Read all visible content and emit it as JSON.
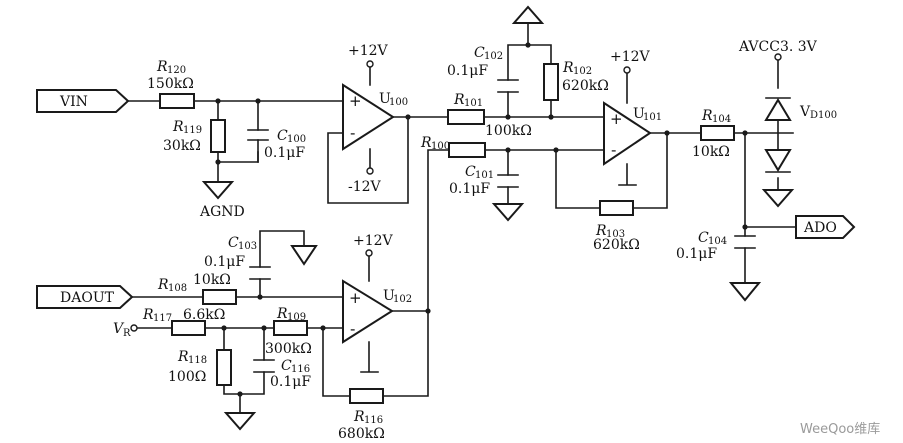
{
  "ports": {
    "vin": "VIN",
    "daout": "DAOUT",
    "ado": "ADO",
    "avcc": "AVCC3. 3V",
    "agnd": "AGND",
    "vr": "V",
    "vr_sub": "R"
  },
  "supplies": {
    "p12": "+12V",
    "n12": "-12V"
  },
  "opamps": {
    "u100": {
      "name": "U",
      "sub": "100"
    },
    "u101": {
      "name": "U",
      "sub": "101"
    },
    "u102": {
      "name": "U",
      "sub": "102"
    },
    "plus": "+",
    "minus": "-"
  },
  "resistors": {
    "r120": {
      "name": "R",
      "sub": "120",
      "value": "150kΩ"
    },
    "r119": {
      "name": "R",
      "sub": "119",
      "value": "30kΩ"
    },
    "r101": {
      "name": "R",
      "sub": "101",
      "value": "100kΩ"
    },
    "r100": {
      "name": "R",
      "sub": "100"
    },
    "r102": {
      "name": "R",
      "sub": "102",
      "value": "620kΩ"
    },
    "r103": {
      "name": "R",
      "sub": "103",
      "value": "620kΩ"
    },
    "r104": {
      "name": "R",
      "sub": "104",
      "value": "10kΩ"
    },
    "r108": {
      "name": "R",
      "sub": "108",
      "value": "10kΩ"
    },
    "r117": {
      "name": "R",
      "sub": "117",
      "value": "6.6kΩ"
    },
    "r118": {
      "name": "R",
      "sub": "118",
      "value": "100Ω"
    },
    "r109": {
      "name": "R",
      "sub": "109",
      "value": "300kΩ"
    },
    "r116": {
      "name": "R",
      "sub": "116",
      "value": "680kΩ"
    }
  },
  "capacitors": {
    "c100": {
      "name": "C",
      "sub": "100",
      "value": "0.1μF"
    },
    "c101": {
      "name": "C",
      "sub": "101",
      "value": "0.1μF"
    },
    "c102": {
      "name": "C",
      "sub": "102",
      "value": "0.1μF"
    },
    "c103": {
      "name": "C",
      "sub": "103",
      "value": "0.1μF"
    },
    "c104": {
      "name": "C",
      "sub": "104",
      "value": "0.1μF"
    },
    "c116": {
      "name": "C",
      "sub": "116",
      "value": "0.1μF"
    }
  },
  "diode": {
    "name": "V",
    "sub": "D100"
  },
  "watermark": "WeeQoo维库"
}
